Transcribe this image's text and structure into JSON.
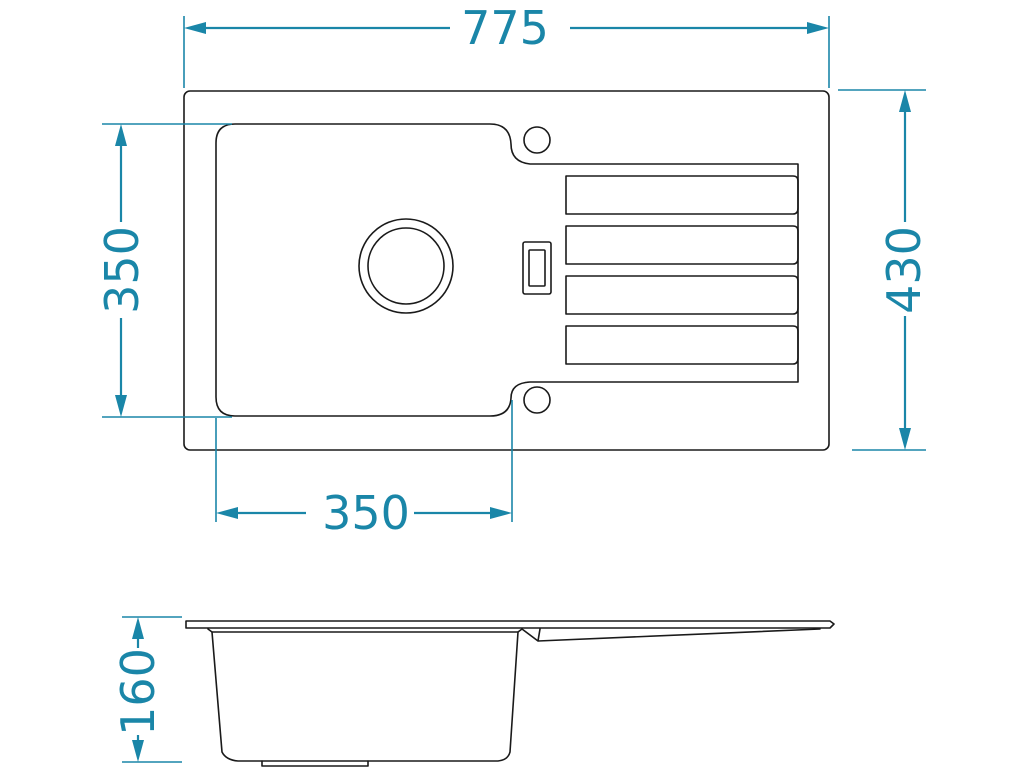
{
  "colors": {
    "dimension": "#1a86a8",
    "outline": "#1a1a1a",
    "background": "#ffffff"
  },
  "dimensions": {
    "overall_width": "775",
    "overall_depth": "430",
    "bowl_depth": "350",
    "bowl_width": "350",
    "bowl_height": "160"
  },
  "icons": {
    "drain": "drain-icon",
    "overflow": "overflow-slot-icon",
    "tap_hole": "tap-hole-icon"
  }
}
